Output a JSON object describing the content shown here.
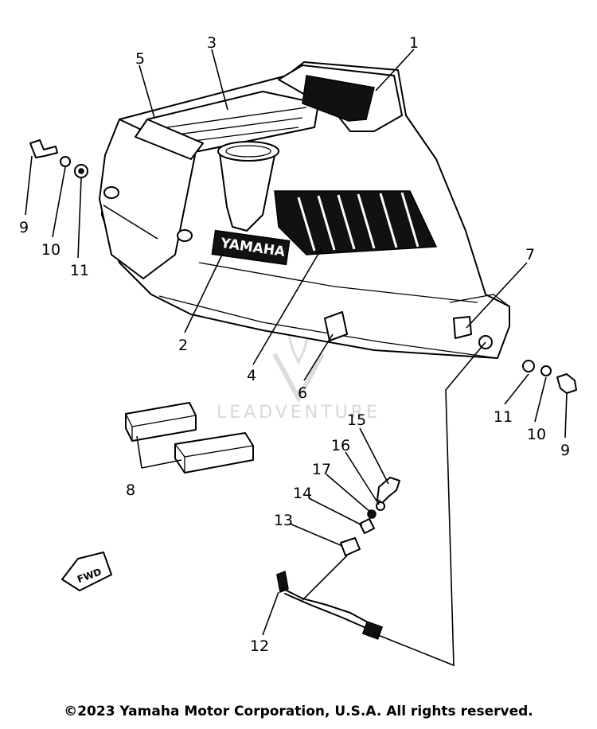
{
  "callouts": {
    "c1": "1",
    "c2": "2",
    "c3": "3",
    "c4": "4",
    "c5": "5",
    "c6": "6",
    "c7": "7",
    "c8": "8",
    "c9a": "9",
    "c10a": "10",
    "c11a": "11",
    "c9b": "9",
    "c10b": "10",
    "c11b": "11",
    "c12": "12",
    "c13": "13",
    "c14": "14",
    "c15": "15",
    "c16": "16",
    "c17": "17"
  },
  "logo_text": "YAMAHA",
  "fwd_label": "FWD",
  "watermark_text": "LEADVENTURE",
  "copyright": "©2023 Yamaha Motor Corporation, U.S.A. All rights reserved."
}
